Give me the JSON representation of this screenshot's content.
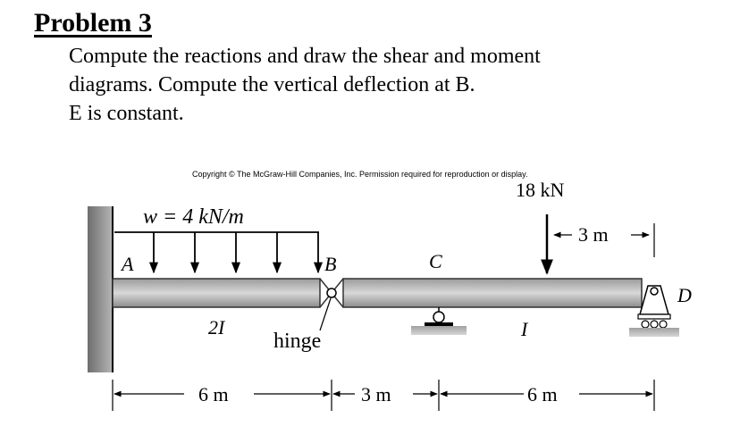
{
  "problem": {
    "title": "Problem 3",
    "lines": [
      "Compute the reactions and draw the shear and moment",
      "diagrams. Compute the vertical deflection at B.",
      "E is constant."
    ]
  },
  "figure": {
    "copyright": "Copyright © The McGraw-Hill Companies, Inc. Permission required for reproduction or display.",
    "load_label": "w = 4 kN/m",
    "point_load_label": "18 kN",
    "label_A": "A",
    "label_B": "B",
    "label_C": "C",
    "label_D": "D",
    "stiffness_left": "2I",
    "stiffness_right": "I",
    "hinge_label": "hinge",
    "dim_point_load": "3 m",
    "dim_1": "6 m",
    "dim_2": "3 m",
    "dim_3": "6 m"
  }
}
